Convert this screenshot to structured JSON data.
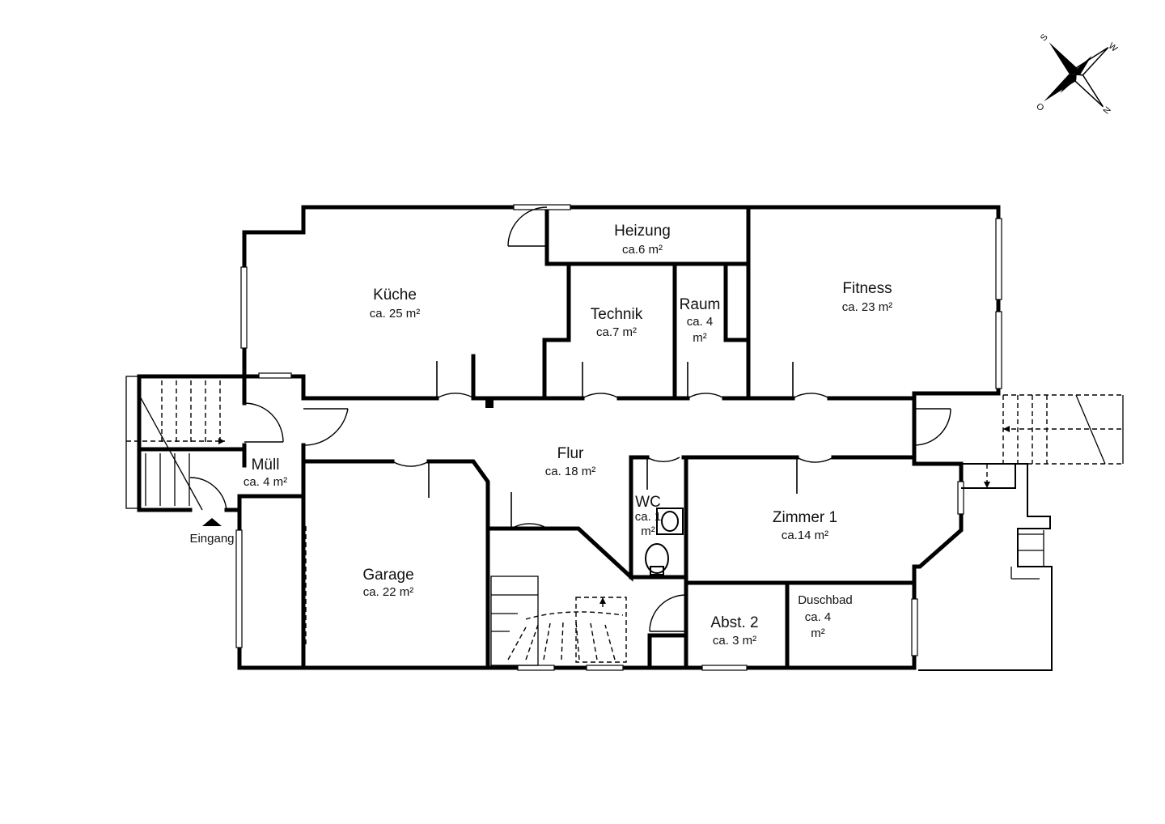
{
  "compass": {
    "letters": [
      "S",
      "W",
      "O",
      "N"
    ]
  },
  "rooms": [
    {
      "name": "Küche",
      "area": "ca. 25 m²"
    },
    {
      "name": "Heizung",
      "area": "ca.6 m²"
    },
    {
      "name": "Technik",
      "area": "ca.7 m²"
    },
    {
      "name": "Raum",
      "area_line1": "ca. 4",
      "area_line2": "m²"
    },
    {
      "name": "Fitness",
      "area": "ca. 23 m²"
    },
    {
      "name": "Müll",
      "area": "ca. 4 m²"
    },
    {
      "name": "Flur",
      "area": "ca. 18 m²"
    },
    {
      "name": "WC",
      "area_line1": "ca. 1",
      "area_line2": "m²"
    },
    {
      "name": "Zimmer 1",
      "area": "ca.14 m²"
    },
    {
      "name": "Garage",
      "area": "ca. 22 m²"
    },
    {
      "name": "Abst. 2",
      "area": "ca. 3 m²"
    },
    {
      "name": "Duschbad",
      "area_line1": "ca. 4",
      "area_line2": "m²"
    }
  ],
  "entrance_label": "Eingang"
}
